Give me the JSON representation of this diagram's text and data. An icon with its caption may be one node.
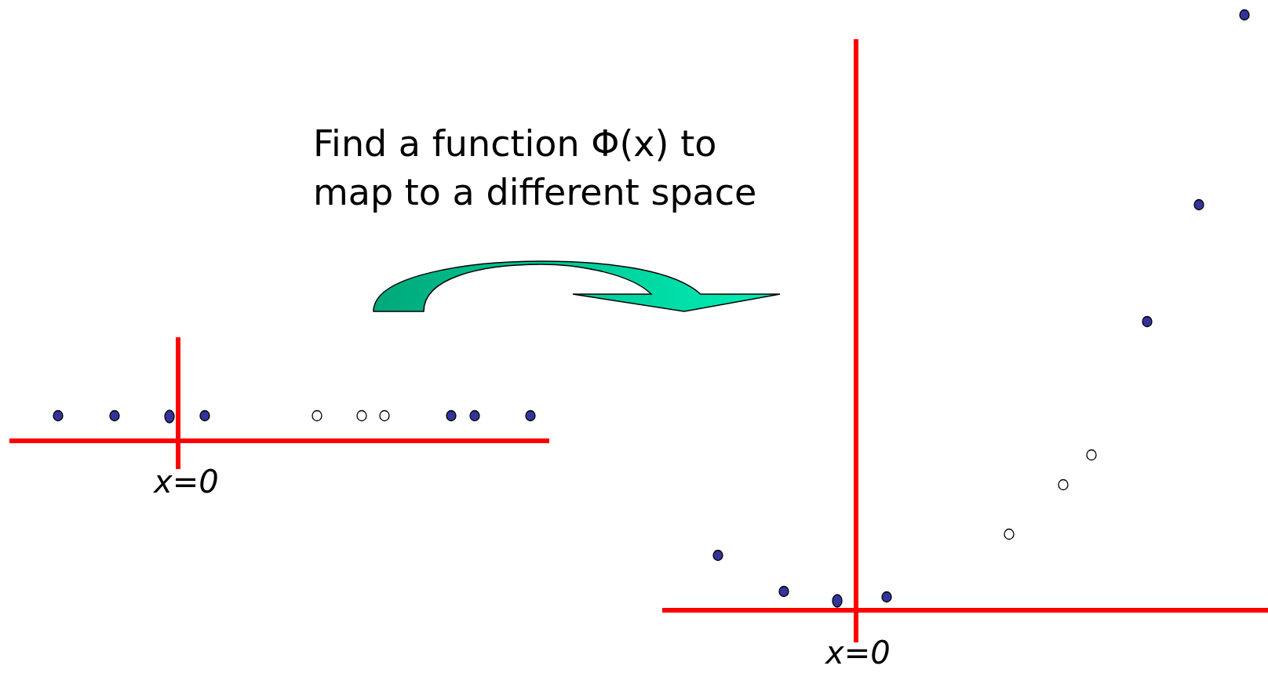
{
  "diagram": {
    "labels": [
      "Find a function Φ(x) to map to a different space",
      "x=0",
      "x=0"
    ]
  }
}
